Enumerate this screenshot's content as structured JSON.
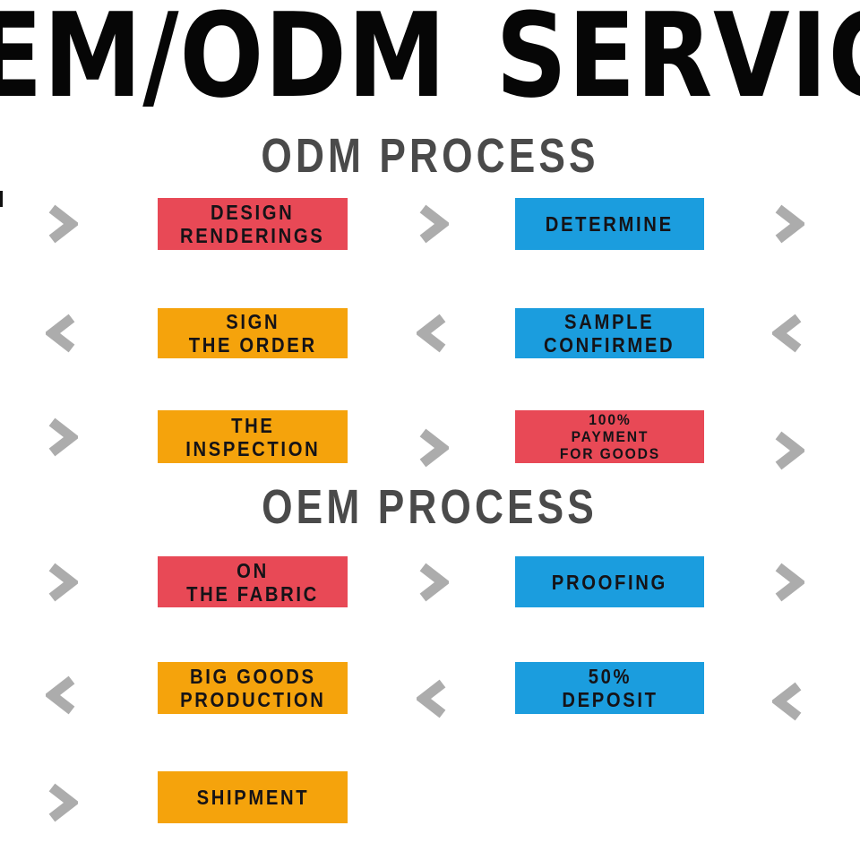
{
  "title": "OEM/ODM SERVICE",
  "colors": {
    "step_red": "#e84956",
    "step_orange": "#f5a30c",
    "step_blue": "#1b9dde",
    "arrow_gray": "#acacac",
    "heading_gray": "#4a4a4a",
    "title_black": "#060606",
    "box_text": "#151317",
    "background": "#ffffff"
  },
  "icons": {
    "chevron_right": "chevron-right-icon",
    "chevron_left": "chevron-left-icon"
  },
  "sections": {
    "odm": {
      "heading": "ODM PROCESS",
      "steps": {
        "design_renderings": {
          "line1": "DESIGN",
          "line2": "RENDERINGS",
          "color": "red"
        },
        "determine": {
          "line1": "DETERMINE",
          "color": "blue"
        },
        "sign_the_order": {
          "line1": "SIGN",
          "line2": "THE ORDER",
          "color": "orange"
        },
        "sample_confirmed": {
          "line1": "SAMPLE",
          "line2": "CONFIRMED",
          "color": "blue"
        },
        "the_inspection": {
          "line1": "THE",
          "line2": "INSPECTION",
          "color": "orange"
        },
        "payment_100": {
          "line1": "100%",
          "line2": "PAYMENT",
          "line3": "FOR GOODS",
          "color": "red"
        }
      }
    },
    "oem": {
      "heading": "OEM PROCESS",
      "steps": {
        "on_the_fabric": {
          "line1": "ON",
          "line2": "THE FABRIC",
          "color": "red"
        },
        "proofing": {
          "line1": "PROOFING",
          "color": "blue"
        },
        "big_goods_production": {
          "line1": "BIG GOODS",
          "line2": "PRODUCTION",
          "color": "orange"
        },
        "deposit_50": {
          "line1": "50%",
          "line2": "DEPOSIT",
          "color": "blue"
        },
        "shipment": {
          "line1": "SHIPMENT",
          "color": "orange"
        }
      }
    }
  }
}
